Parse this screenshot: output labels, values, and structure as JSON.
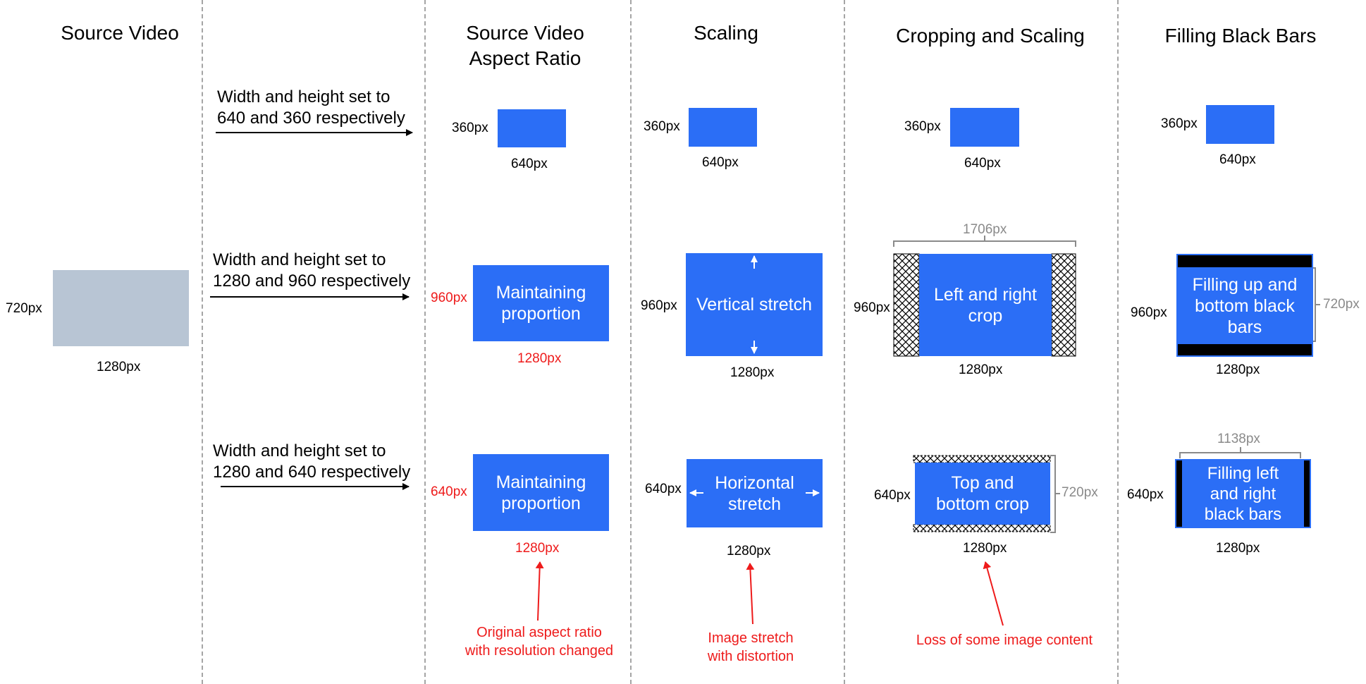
{
  "headers": {
    "source_video": "Source Video",
    "aspect_ratio_line1": "Source Video",
    "aspect_ratio_line2": "Aspect Ratio",
    "scaling": "Scaling",
    "cropping": "Cropping and Scaling",
    "black_bars": "Filling Black Bars"
  },
  "source": {
    "height_label": "720px",
    "width_label": "1280px",
    "color": "#b8c5d4"
  },
  "rows": [
    {
      "instruction_line1": "Width and height set to",
      "instruction_line2": "640 and 360 respectively"
    },
    {
      "instruction_line1": "Width and height set to",
      "instruction_line2": "1280 and 960 respectively"
    },
    {
      "instruction_line1": "Width and height set to",
      "instruction_line2": "1280 and 640 respectively"
    }
  ],
  "labels": {
    "px360": "360px",
    "px640": "640px",
    "px960": "960px",
    "px1280": "1280px",
    "px720": "720px",
    "px1706": "1706px",
    "px1138": "1138px"
  },
  "boxes": {
    "maintaining_line1": "Maintaining",
    "maintaining_line2": "proportion",
    "vertical_stretch": "Vertical stretch",
    "horizontal_line1": "Horizontal",
    "horizontal_line2": "stretch",
    "lr_crop_line1": "Left and right",
    "lr_crop_line2": "crop",
    "tb_crop_line1": "Top and",
    "tb_crop_line2": "bottom crop",
    "fill_ub_line1": "Filling up and",
    "fill_ub_line2": "bottom black",
    "fill_ub_line3": "bars",
    "fill_lr_line1": "Filling left",
    "fill_lr_line2": "and right",
    "fill_lr_line3": "black bars"
  },
  "notes": {
    "aspect_line1": "Original aspect ratio",
    "aspect_line2": "with resolution changed",
    "scaling_line1": "Image stretch",
    "scaling_line2": "with distortion",
    "cropping": "Loss of some image content"
  },
  "colors": {
    "accent_blue": "#2b6ef6",
    "annotation_red": "#ee1b1b",
    "dim_gray": "#8a8a8a",
    "divider": "#a5a5a5"
  }
}
